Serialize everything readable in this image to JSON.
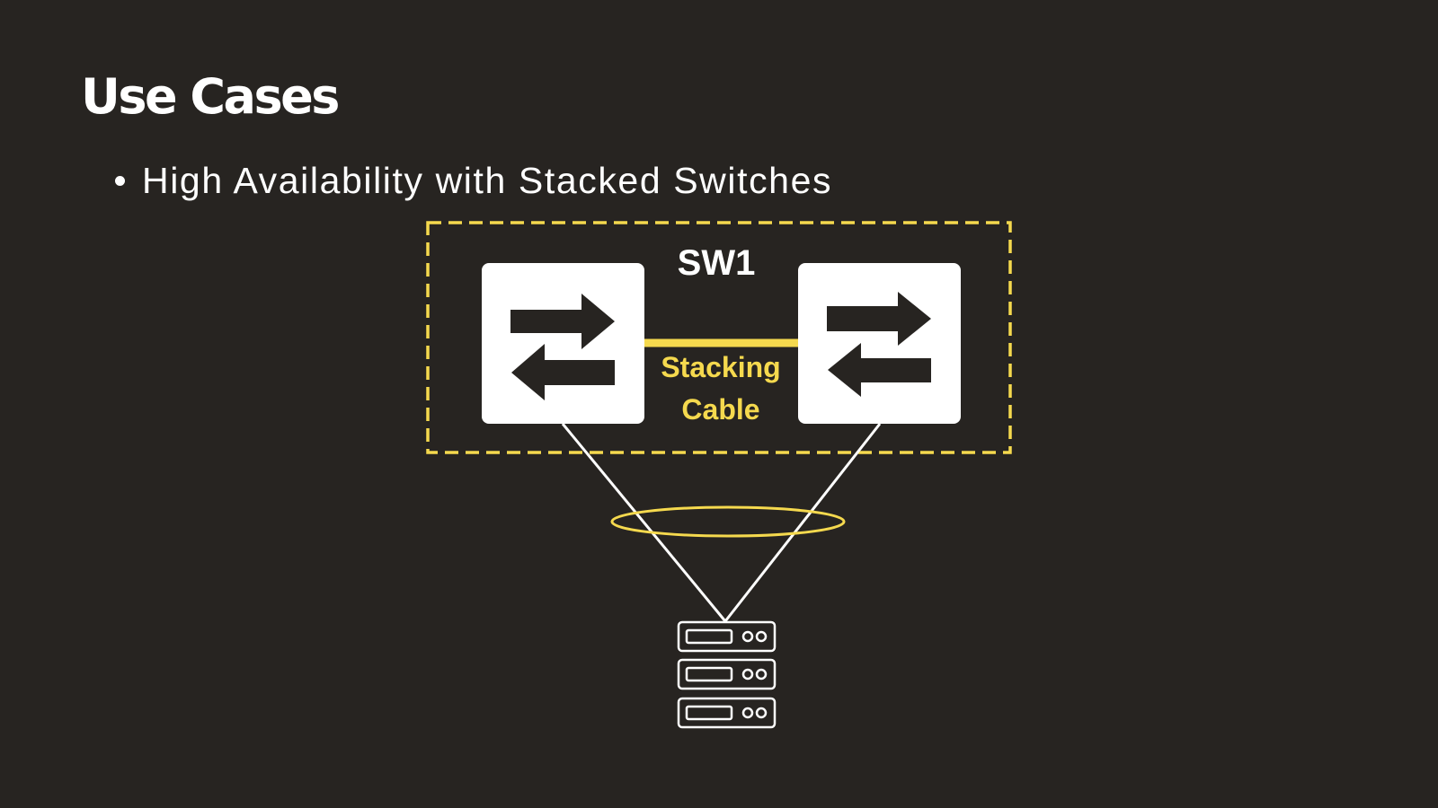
{
  "slide": {
    "title": "Use Cases",
    "bullets": [
      "High Availability with Stacked Switches"
    ]
  },
  "diagram": {
    "stack_label": "SW1",
    "cable_label_line1": "Stacking",
    "cable_label_line2": "Cable",
    "nodes": [
      {
        "name": "switch-left",
        "icon": "switch-arrows-icon"
      },
      {
        "name": "switch-right",
        "icon": "switch-arrows-icon"
      },
      {
        "name": "server",
        "icon": "server-rack-icon"
      }
    ]
  },
  "colors": {
    "background": "#272421",
    "accent": "#F5D94E",
    "foreground": "#FFFFFF",
    "icon_dark": "#272421"
  }
}
